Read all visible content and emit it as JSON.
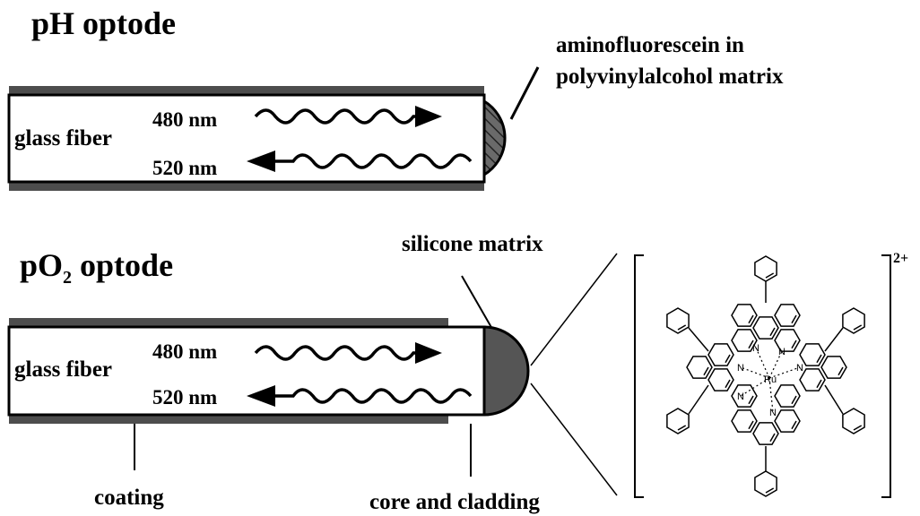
{
  "ph": {
    "title": "pH optode",
    "fiber": "glass fiber",
    "wave_in": "480 nm",
    "wave_out": "520 nm",
    "sensor_line1": "aminofluorescein in",
    "sensor_line2": "polyvinylalcohol matrix"
  },
  "po2": {
    "title_prefix": "pO",
    "title_sub": "2",
    "title_suffix": " optode",
    "fiber": "glass fiber",
    "wave_in": "480 nm",
    "wave_out": "520 nm",
    "matrix": "silicone matrix",
    "coating": "coating",
    "core": "core and cladding"
  },
  "complex": {
    "charge": "2+",
    "metal": "Ru",
    "nitrogen": "N"
  },
  "colors": {
    "coating": "#4d4d4d",
    "dark_matrix": "#555555",
    "stroke": "#000000"
  }
}
